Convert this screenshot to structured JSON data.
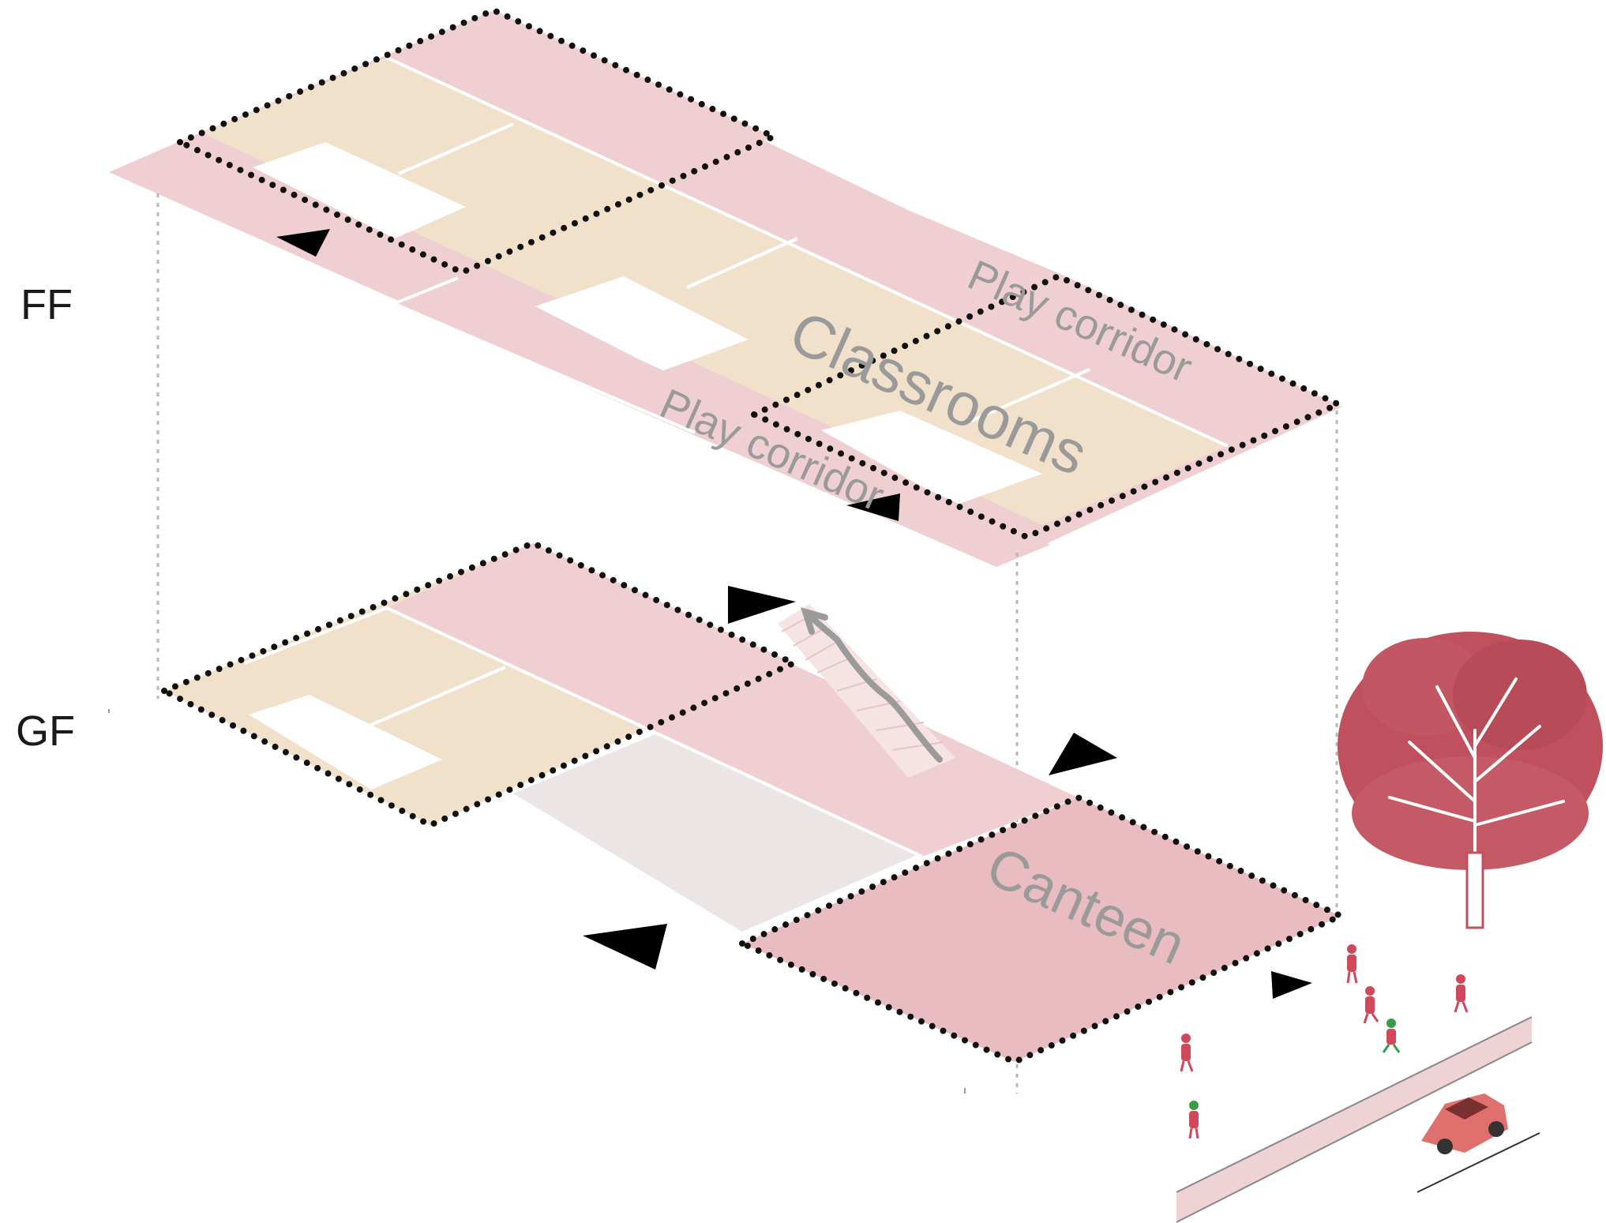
{
  "floors": {
    "ff_label": "FF",
    "gf_label": "GF"
  },
  "labels": {
    "classrooms": "Classrooms",
    "play_corridor_upper": "Play corridor",
    "play_corridor_lower": "Play corridor",
    "canteen": "Canteen"
  },
  "colors": {
    "corridor_pink": "#efcfd2",
    "classroom_beige": "#f1e1cb",
    "canteen_pink": "#e8bcc0",
    "covered_grey": "#ebe5e6",
    "outline": "#111111",
    "arrow": "#000000",
    "tree": "#c0505d",
    "car": "#e0706e"
  },
  "icons": [
    "entrance-arrow-icon",
    "stair-arrow-icon",
    "tree-icon",
    "car-icon",
    "person-icon"
  ]
}
